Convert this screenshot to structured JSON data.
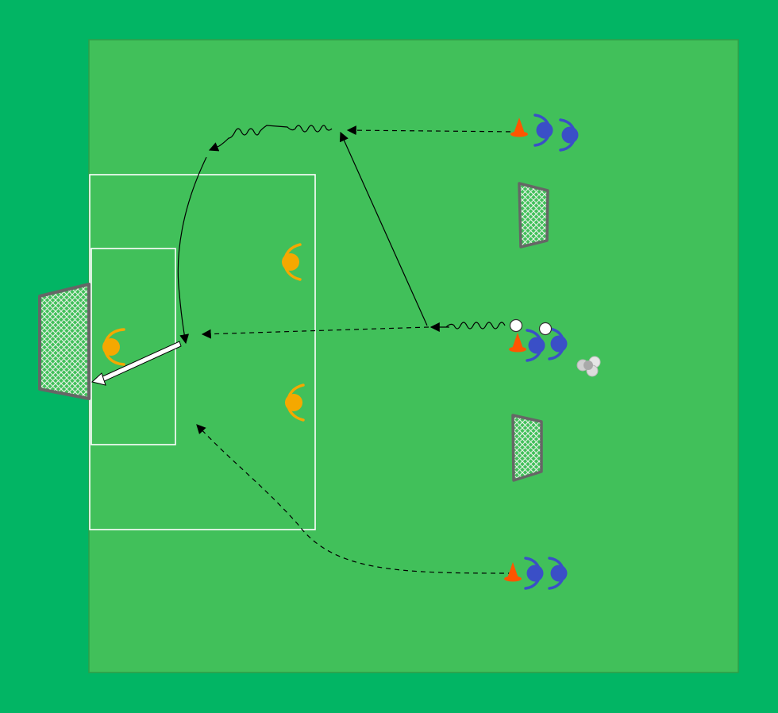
{
  "colors": {
    "outer_background": "#02b564",
    "pitch": "#41c05a",
    "pitch_border": "#2f9e48",
    "lines": "#ffffff",
    "goal_frame": "#666666",
    "goal_net": "#e8f2e8",
    "attacker": "#3a4fc7",
    "defender": "#f5a800",
    "cone": "#ff5500",
    "ball": "#ffffff",
    "arrow": "#000000"
  },
  "icons": {
    "player_attacker": "player-blue",
    "player_defender": "player-yellow",
    "cone": "cone",
    "ball": "ball",
    "goal": "goal-net",
    "ball_pile": "spare-balls"
  }
}
